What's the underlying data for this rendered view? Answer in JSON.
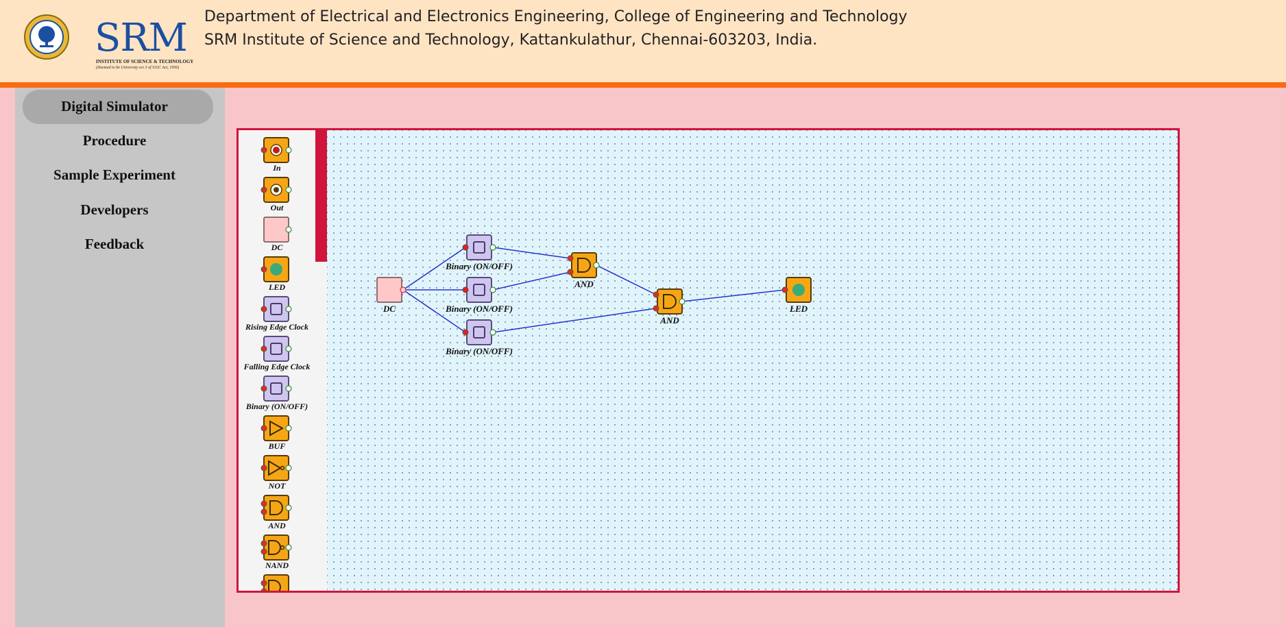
{
  "header": {
    "logo_text": "SRM",
    "logo_subtitle": "INSTITUTE OF SCIENCE & TECHNOLOGY",
    "logo_tagline": "(Deemed to be University u/s 3 of UGC Act, 1956)",
    "line1": "Department of Electrical and Electronics Engineering, College of Engineering and Technology",
    "line2": "SRM Institute of Science and Technology, Kattankulathur, Chennai-603203, India."
  },
  "sidebar": {
    "items": [
      {
        "label": "Digital Simulator",
        "active": true
      },
      {
        "label": "Procedure"
      },
      {
        "label": "Sample Experiment"
      },
      {
        "label": "Developers"
      },
      {
        "label": "Feedback"
      }
    ]
  },
  "palette": {
    "items": [
      {
        "label": "In",
        "icon": "input-icon"
      },
      {
        "label": "Out",
        "icon": "output-icon"
      },
      {
        "label": "DC",
        "icon": "dc-source-icon"
      },
      {
        "label": "LED",
        "icon": "led-icon"
      },
      {
        "label": "Rising Edge Clock",
        "icon": "rising-clock-icon"
      },
      {
        "label": "Falling Edge Clock",
        "icon": "falling-clock-icon"
      },
      {
        "label": "Binary (ON/OFF)",
        "icon": "binary-switch-icon"
      },
      {
        "label": "BUF",
        "icon": "buffer-gate-icon"
      },
      {
        "label": "NOT",
        "icon": "not-gate-icon"
      },
      {
        "label": "AND",
        "icon": "and-gate-icon"
      },
      {
        "label": "NAND",
        "icon": "nand-gate-icon"
      }
    ]
  },
  "circuit": {
    "components": [
      {
        "id": "dc",
        "label": "DC"
      },
      {
        "id": "bin1",
        "label": "Binary (ON/OFF)"
      },
      {
        "id": "bin2",
        "label": "Binary (ON/OFF)"
      },
      {
        "id": "bin3",
        "label": "Binary (ON/OFF)"
      },
      {
        "id": "and1",
        "label": "AND"
      },
      {
        "id": "and2",
        "label": "AND"
      },
      {
        "id": "led",
        "label": "LED"
      }
    ]
  },
  "colors": {
    "header_bg": "#ffe4c4",
    "header_border": "#fb6a13",
    "page_bg": "#f8c6c8",
    "sidebar_bg": "#c6c6c6",
    "frame_border": "#d0143c",
    "canvas_bg": "#e2f4fb",
    "gate_fill": "#f6a615",
    "switch_fill": "#cfc6f0",
    "dc_fill": "#ffc8c8",
    "wire": "#2233cc",
    "led_on": "#3aaa7a"
  }
}
